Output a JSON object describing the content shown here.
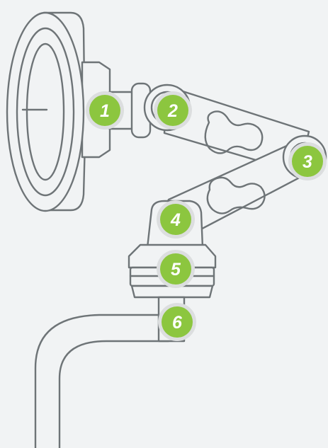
{
  "colors": {
    "background": "#f1f3f4",
    "outline": "#6e7477",
    "badge_fill": "#8cc63f",
    "badge_ring": "#dcdedf",
    "badge_text": "#ffffff"
  },
  "callouts": [
    {
      "id": "callout-1",
      "label": "1"
    },
    {
      "id": "callout-2",
      "label": "2"
    },
    {
      "id": "callout-3",
      "label": "3"
    },
    {
      "id": "callout-4",
      "label": "4"
    },
    {
      "id": "callout-5",
      "label": "5"
    },
    {
      "id": "callout-6",
      "label": "6"
    }
  ]
}
